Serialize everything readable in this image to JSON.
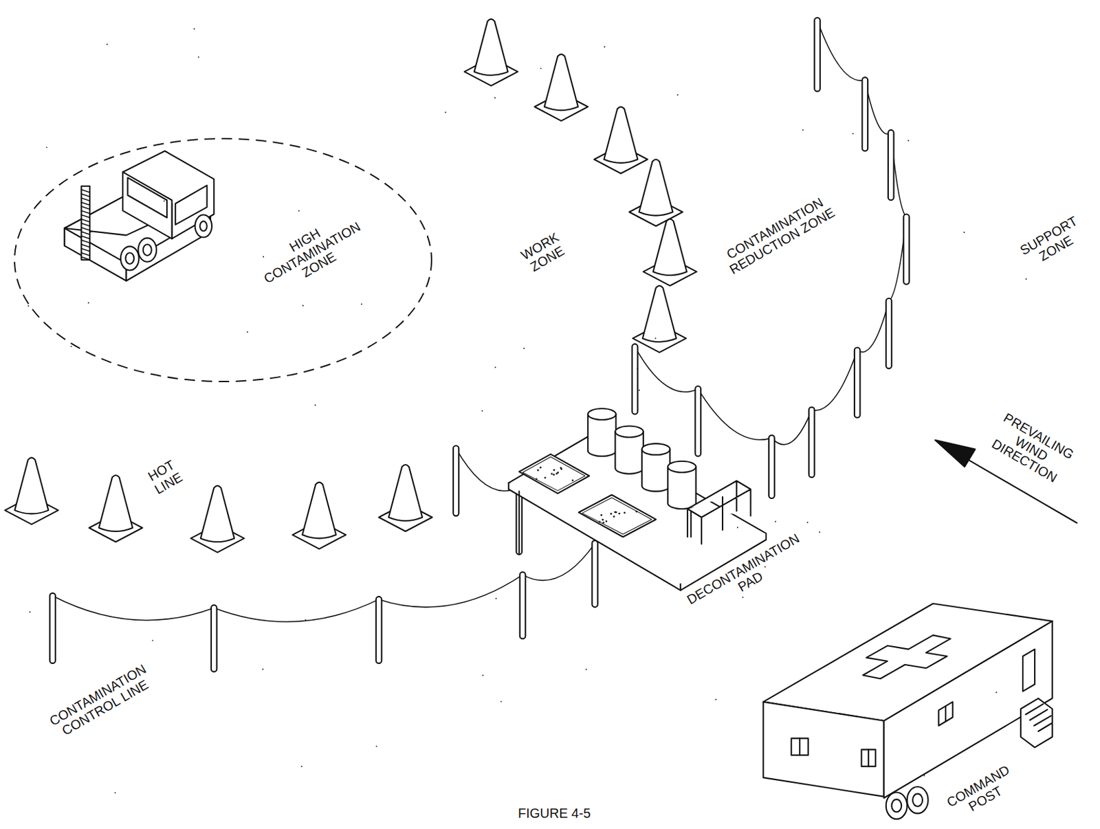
{
  "diagram": {
    "caption": "FIGURE 4-5",
    "nodes": [
      {
        "text": [
          "HIGH CONTAMINATION ZONE"
        ]
      }
    ],
    "labels": [
      "WORK ZONE",
      "CONTAMINATION REDUCTION ZONE",
      "SUPPORT ZONE",
      "HOT LINE",
      "PREVAILING WIND DIRECTION",
      "DECONTAMINATION PAD",
      "CONTAMINATION CONTROL LINE",
      "COMMAND POST"
    ]
  }
}
